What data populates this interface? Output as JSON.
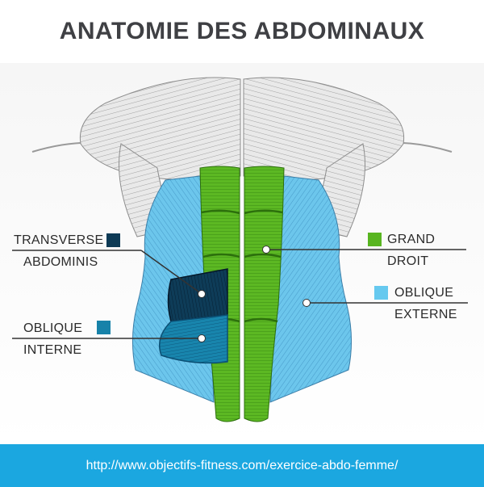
{
  "title": "ANATOMIE DES ABDOMINAUX",
  "labels": {
    "transverse_line1": "TRANSVERSE",
    "transverse_line2": "ABDOMINIS",
    "oblique_interne_line1": "OBLIQUE",
    "oblique_interne_line2": "INTERNE",
    "grand_droit_line1": "GRAND",
    "grand_droit_line2": "DROIT",
    "oblique_externe_line1": "OBLIQUE",
    "oblique_externe_line2": "EXTERNE"
  },
  "colors": {
    "transverse": "#0d3a55",
    "oblique_interne": "#1782a9",
    "grand_droit": "#58b520",
    "oblique_externe": "#66c9ef",
    "pectoral": "#e6e6e6",
    "footer": "#1ba7e0"
  },
  "footer_url": "http://www.objectifs-fitness.com/exercice-abdo-femme/"
}
